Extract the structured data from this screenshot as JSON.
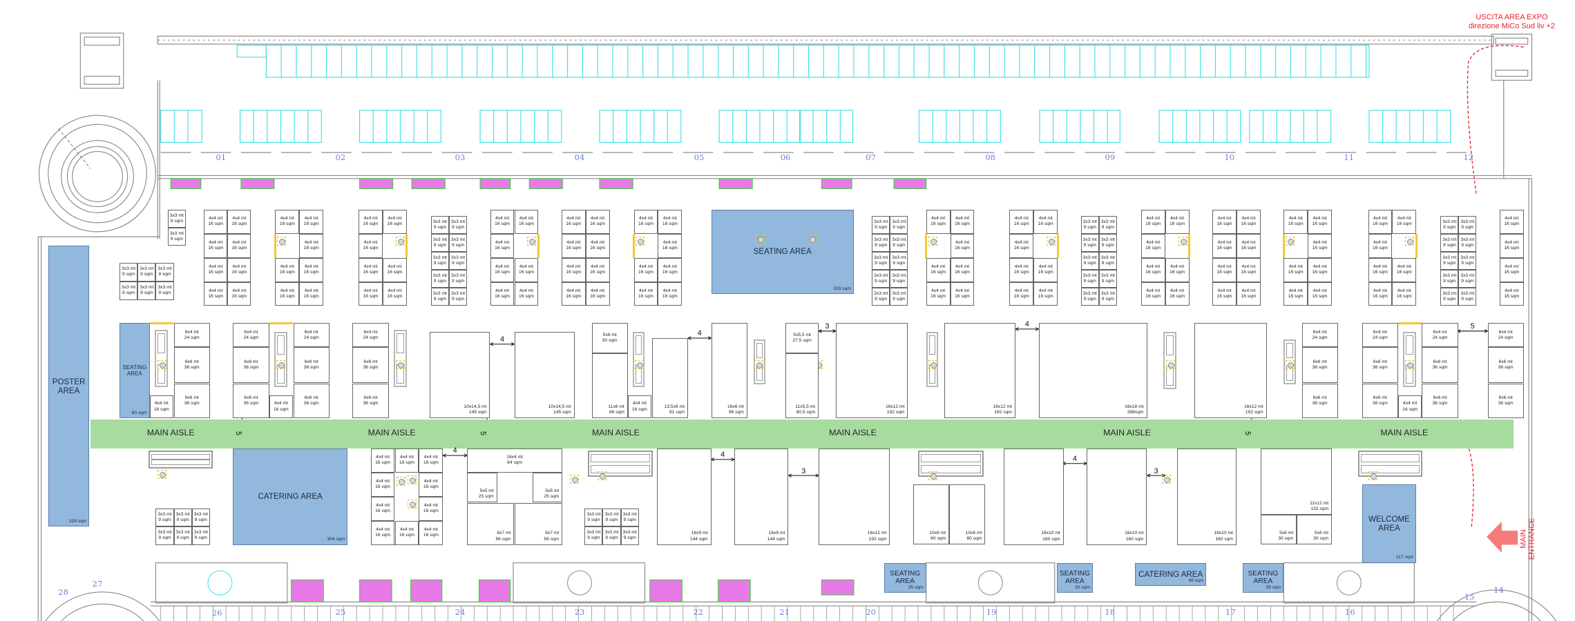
{
  "exit_sign": {
    "line1": "USCITA AREA EXPO",
    "line2": "direzione MiCo Sud liv +2"
  },
  "main_entrance": {
    "line1": "MAIN",
    "line2": "ENTRANCE"
  },
  "booth_types": {
    "b3x3": {
      "size": "3x3 mt",
      "area": "9 sqm"
    },
    "b4x4": {
      "size": "4x4 mt",
      "area": "16 sqm"
    },
    "b6x4": {
      "size": "6x4 mt",
      "area": "24 sqm"
    },
    "b6x6": {
      "size": "6x6 mt",
      "area": "36 sqm"
    }
  },
  "large_booths": [
    {
      "size": "10x14,5 mt",
      "area": "145 sqm"
    },
    {
      "size": "10x14,5 mt",
      "area": "145 sqm"
    },
    {
      "size": "5x6 mt",
      "area": "30 sqm"
    },
    {
      "size": "11x6 mt",
      "area": "66 sqm"
    },
    {
      "size": "13,5x6 mt",
      "area": "81 sqm"
    },
    {
      "size": "16x6 mt",
      "area": "96 sqm"
    },
    {
      "size": "5x5,5 mt",
      "area": "27,5 sqm"
    },
    {
      "size": "11x5,5 mt",
      "area": "60,5 sqm"
    },
    {
      "size": "16x12 mt",
      "area": "192 sqm"
    },
    {
      "size": "16x12 mt",
      "area": "192 sqm"
    },
    {
      "size": "16x18 mt",
      "area": "288sqm"
    },
    {
      "size": "16x12 mt",
      "area": "192 sqm"
    },
    {
      "size": "16x4 mt",
      "area": "64 sqm"
    },
    {
      "size": "5x5 mt",
      "area": "25 sqm"
    },
    {
      "size": "5x5 mt",
      "area": "25 sqm"
    },
    {
      "size": "8x7 mt",
      "area": "56 sqm"
    },
    {
      "size": "8x7 mt",
      "area": "56 sqm"
    },
    {
      "size": "16x9 mt",
      "area": "144 sqm"
    },
    {
      "size": "16x9 mt",
      "area": "144 sqm"
    },
    {
      "size": "16x12 mt",
      "area": "192 sqm"
    },
    {
      "size": "10x6 mt",
      "area": "60 sqm"
    },
    {
      "size": "10x6 mt",
      "area": "60 sqm"
    },
    {
      "size": "16x10 mt",
      "area": "160 sqm"
    },
    {
      "size": "16x10 mt",
      "area": "160 sqm"
    },
    {
      "size": "16x10 mt",
      "area": "160 sqm"
    },
    {
      "size": "11x12 mt",
      "area": "132 sqm"
    },
    {
      "size": "5x6 mt",
      "area": "30 sqm"
    },
    {
      "size": "5x6 mt",
      "area": "30 sqm"
    }
  ],
  "areas": [
    {
      "name": "POSTER AREA",
      "area": "329 sqm"
    },
    {
      "name": "SEATING AREA",
      "area": "333 sqm"
    },
    {
      "name": "SEATING AREA",
      "area": "80 sqm"
    },
    {
      "name": "CATERING AREA",
      "area": "304 sqm"
    },
    {
      "name": "WELCOME AREA",
      "area": "117 sqm"
    },
    {
      "name": "SEATING AREA",
      "area": "35 sqm"
    },
    {
      "name": "SEATING AREA",
      "area": "30 sqm"
    },
    {
      "name": "CATERING AREA",
      "area": "48 sqm"
    },
    {
      "name": "SEATING AREA",
      "area": "35 sqm"
    }
  ],
  "aisles": [
    "MAIN AISLE",
    "MAIN AISLE",
    "MAIN AISLE",
    "MAIN AISLE",
    "MAIN AISLE",
    "MAIN AISLE"
  ],
  "dimensions_horizontal": [
    "4",
    "4",
    "3",
    "4",
    "5",
    "4",
    "4",
    "3",
    "4",
    "3"
  ],
  "dimensions_vertical": [
    "5",
    "5",
    "5"
  ],
  "column_numbers_top": [
    "01",
    "02",
    "03",
    "04",
    "05",
    "06",
    "07",
    "08",
    "09",
    "10",
    "11",
    "12"
  ],
  "column_numbers_bottom": [
    "28",
    "27",
    "26",
    "25",
    "24",
    "23",
    "22",
    "21",
    "20",
    "19",
    "18",
    "17",
    "16",
    "15",
    "14"
  ],
  "colors": {
    "aisle": "#a8dba0",
    "area": "#93b8de",
    "signage": "#e8202a",
    "entrance_arrow": "#f77b7b",
    "windows": "#3fe0e6",
    "stairs": "#e040e0"
  }
}
